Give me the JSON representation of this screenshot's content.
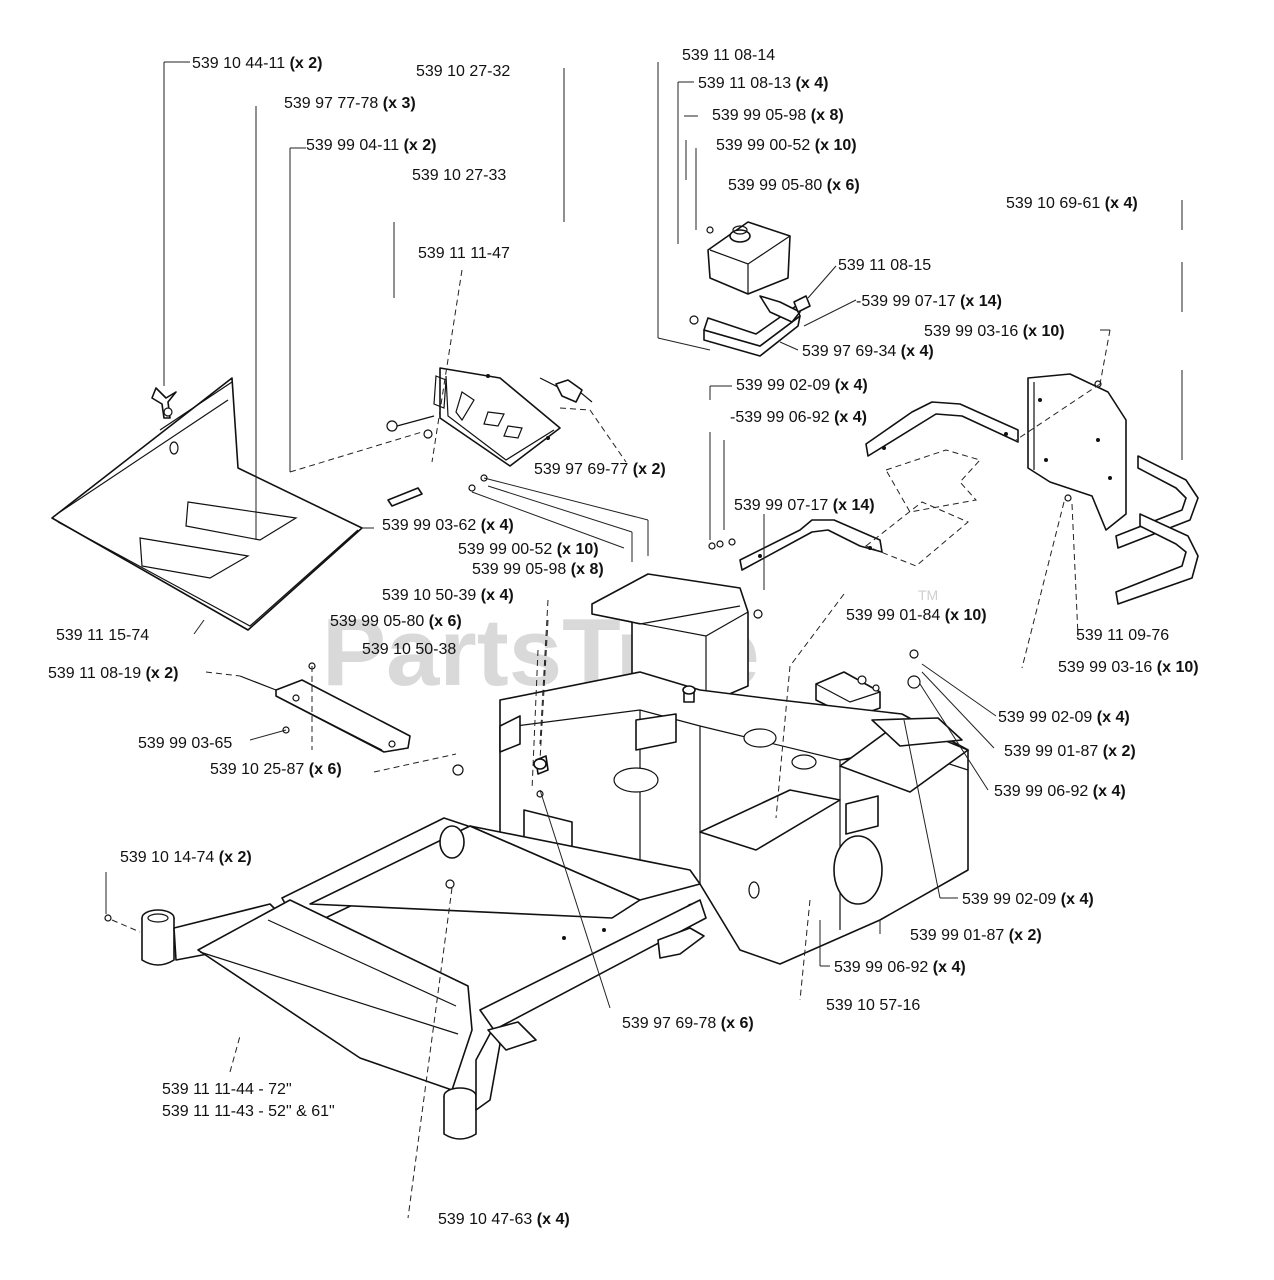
{
  "watermark": {
    "text": "PartsTree",
    "tm": "TM"
  },
  "callouts": [
    {
      "id": "c01",
      "part": "539 10 44-11",
      "qty": "(x 2)"
    },
    {
      "id": "c02",
      "part": "539 10 27-32",
      "qty": ""
    },
    {
      "id": "c03",
      "part": "539 97 77-78",
      "qty": "(x 3)"
    },
    {
      "id": "c04",
      "part": "539 99 04-11",
      "qty": "(x 2)"
    },
    {
      "id": "c05",
      "part": "539 10 27-33",
      "qty": ""
    },
    {
      "id": "c06",
      "part": "539 11 11-47",
      "qty": ""
    },
    {
      "id": "c07",
      "part": "539 11 08-14",
      "qty": ""
    },
    {
      "id": "c08",
      "part": "539 11 08-13",
      "qty": "(x 4)"
    },
    {
      "id": "c09",
      "part": "539 99 05-98",
      "qty": "(x 8)"
    },
    {
      "id": "c10",
      "part": "539 99 00-52",
      "qty": "(x 10)"
    },
    {
      "id": "c11",
      "part": "539 99 05-80",
      "qty": "(x 6)"
    },
    {
      "id": "c12",
      "part": "539 10 69-61",
      "qty": "(x 4)"
    },
    {
      "id": "c13",
      "part": "539 11 08-15",
      "qty": ""
    },
    {
      "id": "c14",
      "part": "-539 99 07-17",
      "qty": "(x 14)"
    },
    {
      "id": "c15",
      "part": "539 99 03-16",
      "qty": "(x 10)"
    },
    {
      "id": "c16",
      "part": "539 97 69-34",
      "qty": "(x 4)"
    },
    {
      "id": "c17",
      "part": "539 99 02-09",
      "qty": "(x 4)"
    },
    {
      "id": "c18",
      "part": "-539 99 06-92",
      "qty": "(x 4)"
    },
    {
      "id": "c19",
      "part": "539 97 69-77",
      "qty": "(x 2)"
    },
    {
      "id": "c20",
      "part": "539 99 07-17",
      "qty": "(x 14)"
    },
    {
      "id": "c21",
      "part": "539 99 03-62",
      "qty": "(x 4)"
    },
    {
      "id": "c22",
      "part": "539 99 00-52",
      "qty": "(x 10)"
    },
    {
      "id": "c23",
      "part": "539 99 05-98",
      "qty": "(x 8)"
    },
    {
      "id": "c24",
      "part": "539 10 50-39",
      "qty": "(x 4)"
    },
    {
      "id": "c25",
      "part": "539 99 05-80",
      "qty": "(x 6)"
    },
    {
      "id": "c26",
      "part": "539 10 50-38",
      "qty": ""
    },
    {
      "id": "c27",
      "part": "539 11 15-74",
      "qty": ""
    },
    {
      "id": "c28",
      "part": "539 99 01-84",
      "qty": "(x 10)"
    },
    {
      "id": "c29",
      "part": "539 11 09-76",
      "qty": ""
    },
    {
      "id": "c30",
      "part": "539 99 03-16",
      "qty": "(x 10)"
    },
    {
      "id": "c31",
      "part": "539 11 08-19",
      "qty": "(x 2)"
    },
    {
      "id": "c32",
      "part": "539 99 02-09",
      "qty": "(x 4)"
    },
    {
      "id": "c33",
      "part": "539 99 03-65",
      "qty": ""
    },
    {
      "id": "c34",
      "part": "539 99 01-87",
      "qty": "(x 2)"
    },
    {
      "id": "c35",
      "part": "539 10 25-87",
      "qty": "(x 6)"
    },
    {
      "id": "c36",
      "part": "539 99 06-92",
      "qty": "(x 4)"
    },
    {
      "id": "c37",
      "part": "539 10 14-74",
      "qty": "(x 2)"
    },
    {
      "id": "c38",
      "part": "539 99 02-09",
      "qty": "(x 4)"
    },
    {
      "id": "c39",
      "part": "539 99 01-87",
      "qty": "(x 2)"
    },
    {
      "id": "c40",
      "part": "539 99 06-92",
      "qty": "(x 4)"
    },
    {
      "id": "c41",
      "part": "539 10 57-16",
      "qty": ""
    },
    {
      "id": "c42",
      "part": "539 97 69-78",
      "qty": "(x 6)"
    },
    {
      "id": "c43",
      "part": "539 11 11-44 - 72\"",
      "qty": ""
    },
    {
      "id": "c44",
      "part": "539 11 11-43 - 52\" & 61\"",
      "qty": ""
    },
    {
      "id": "c45",
      "part": "539 10 47-63",
      "qty": "(x 4)"
    }
  ]
}
